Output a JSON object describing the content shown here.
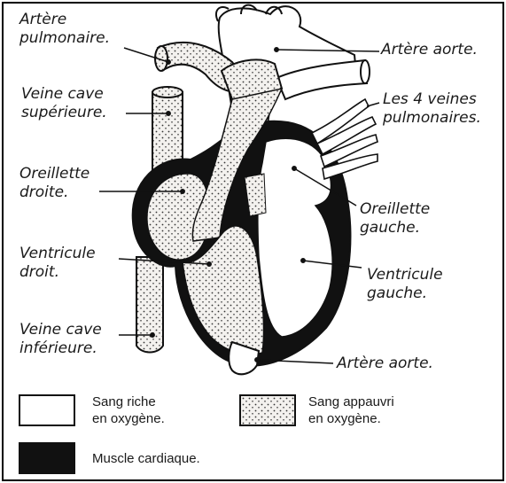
{
  "labels": {
    "arterePulmonaire": [
      "Artère",
      "pulmonaire."
    ],
    "artereAorteTop": "Artère aorte.",
    "veineCaveSup": [
      "Veine cave",
      "supérieure."
    ],
    "veinesPulmonaires": [
      "Les 4 veines",
      "pulmonaires."
    ],
    "oreilletteDroite": [
      "Oreillette",
      "droite."
    ],
    "oreilletteGauche": [
      "Oreillette",
      "gauche."
    ],
    "ventriculeDroit": [
      "Ventricule",
      "droit."
    ],
    "ventriculeGauche": [
      "Ventricule",
      "gauche."
    ],
    "veineCaveInf": [
      "Veine cave",
      "inférieure."
    ],
    "artereAorteBottom": "Artère aorte."
  },
  "legend": {
    "oxygenRich": [
      "Sang riche",
      "en oxygène."
    ],
    "oxygenPoor": [
      "Sang appauvri",
      "en oxygène."
    ],
    "muscle": "Muscle cardiaque."
  },
  "colors": {
    "ink": "#111111",
    "paper": "#ffffff",
    "stipple": "#f3f1ee",
    "border": "#000000"
  }
}
